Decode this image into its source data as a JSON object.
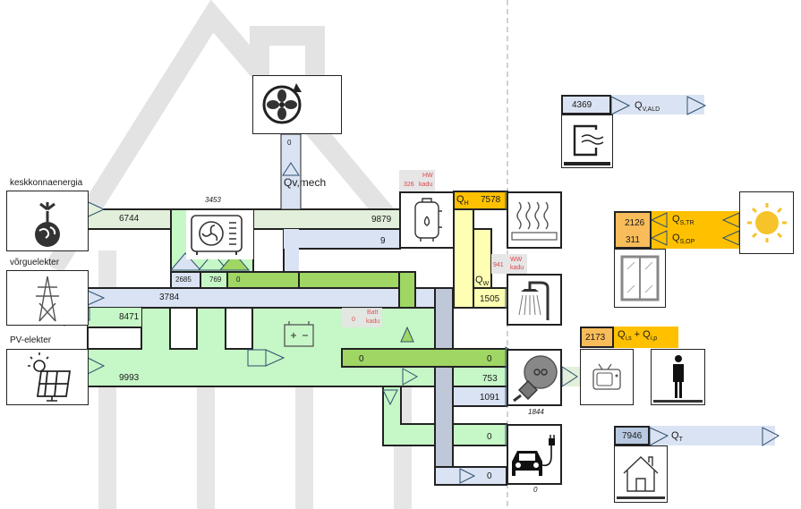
{
  "sources": {
    "district": {
      "label": "keskkonnaenergia",
      "value": "6744"
    },
    "grid": {
      "label": "võrguelekter",
      "import_value": "3784",
      "export_value": "8471"
    },
    "pv": {
      "label": "PV-elekter",
      "value": "9993"
    }
  },
  "heat_pump": {
    "total": "3453",
    "inputs": [
      "2685",
      "769",
      "0"
    ]
  },
  "ventilation": {
    "value": "0",
    "label": "Qv,mech"
  },
  "boiler": {
    "in_heat": "9879",
    "in_elec": "9",
    "loss_value": "326",
    "loss_label_line1": "HW",
    "loss_label_line2": "kadu",
    "qh_label": "Q",
    "qh_sub": "H",
    "qh_value": "7578"
  },
  "dhw": {
    "loss_value": "941",
    "loss_label_line1": "WW",
    "loss_label_line2": "kadu",
    "qw_label": "Q",
    "qw_sub": "W",
    "qw_value": "1505"
  },
  "battery": {
    "loss_value": "0",
    "loss_label_line1": "Batt",
    "loss_label_line2": "kadu",
    "out_value": "0"
  },
  "appliances": {
    "battery_in": "0",
    "pv_in": "753",
    "grid_in": "1091",
    "total": "1844"
  },
  "ev": {
    "pv_in": "0",
    "grid_in": "0",
    "total": "0"
  },
  "right_panel": {
    "vent_loss": {
      "value": "4369",
      "label": "Q",
      "sub": "V,ALD"
    },
    "solar": {
      "tr_value": "2126",
      "tr_label": "Q",
      "tr_sub": "S,TR",
      "op_value": "311",
      "op_label": "Q",
      "op_sub": "S,OP"
    },
    "internal": {
      "value": "2173",
      "label1": "Q",
      "sub1": "i,s",
      "plus": "+",
      "label2": "Q",
      "sub2": "i,p"
    },
    "transmission": {
      "value": "7946",
      "label": "Q",
      "sub": "T"
    }
  },
  "colors": {
    "district": "#e2efda",
    "grid": "#dae3f3",
    "pv": "#c6f7c6",
    "battery": "#9fd664",
    "heat": "#ffc000",
    "dhw": "#ffffb3",
    "grid_dark": "#bfc8d8",
    "internal": "#f8bc5a"
  }
}
